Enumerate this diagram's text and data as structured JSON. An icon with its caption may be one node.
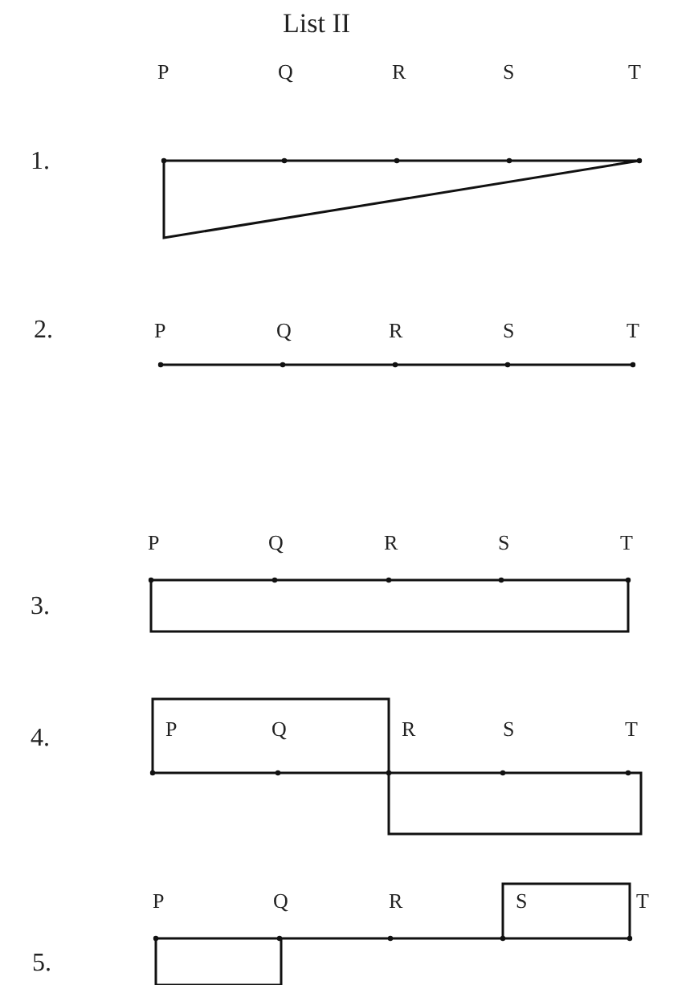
{
  "diagram": {
    "title": "List II",
    "labels": [
      "P",
      "Q",
      "R",
      "S",
      "T",
      "1.",
      "P",
      "Q",
      "R",
      "S",
      "T",
      "2.",
      "P",
      "Q",
      "R",
      "S",
      "T",
      "3.",
      "P",
      "Q",
      "R",
      "S",
      "T",
      "4.",
      "P",
      "Q",
      "R",
      "S",
      "T",
      "5."
    ]
  }
}
